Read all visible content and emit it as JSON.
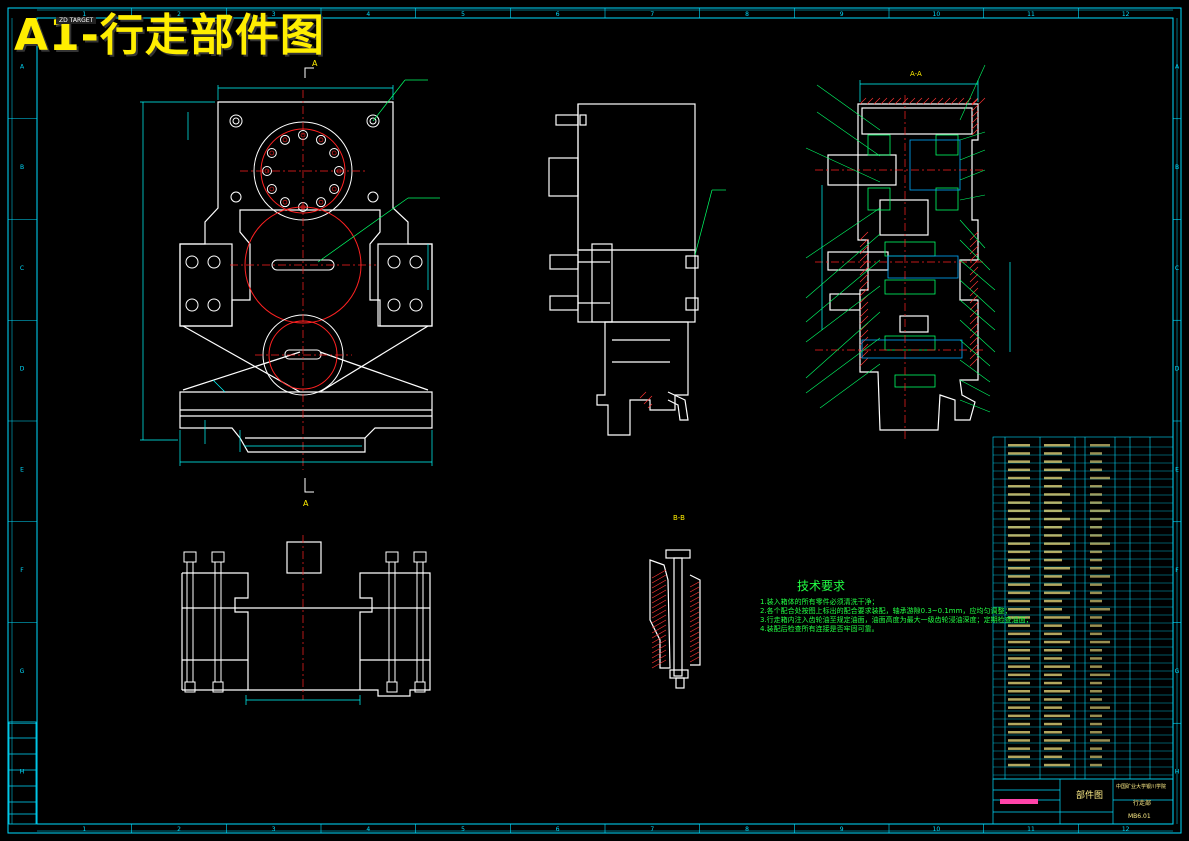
{
  "drawing": {
    "title": "A1-行走部件图",
    "stamp": "ZD TARGET",
    "section_labels": {
      "aa": "A-A",
      "bb": "B-B"
    },
    "cut_marker": "A",
    "tech_requirements": {
      "heading": "技术要求",
      "items": [
        "1.装入箱体的所有零件必须清洗干净；",
        "2.各个配合处按图上标出的配合要求装配，轴承游隙0.3~0.1mm，应均匀调整；",
        "3.行走箱内注入齿轮油至规定油面，油面高度为最大一级齿轮浸油深度；定期检查油面；",
        "4.装配后检查所有连接是否牢固可靠。"
      ]
    },
    "title_block": {
      "drawing_name": "部件图",
      "part_name": "行走部",
      "school": "中国矿业大学银川学院",
      "drawing_no": "MB6.01"
    },
    "border_numbers_top": [
      "1",
      "2",
      "3",
      "4",
      "5",
      "6",
      "7",
      "8",
      "9",
      "10",
      "11",
      "12"
    ],
    "border_letters_side": [
      "A",
      "B",
      "C",
      "D",
      "E",
      "F",
      "G",
      "H"
    ],
    "colors": {
      "outline": "#ffffff",
      "center": "#ff2222",
      "dim": "#00ffff",
      "leader": "#00ff66",
      "text": "#ffee00",
      "border": "#00ddff"
    }
  }
}
